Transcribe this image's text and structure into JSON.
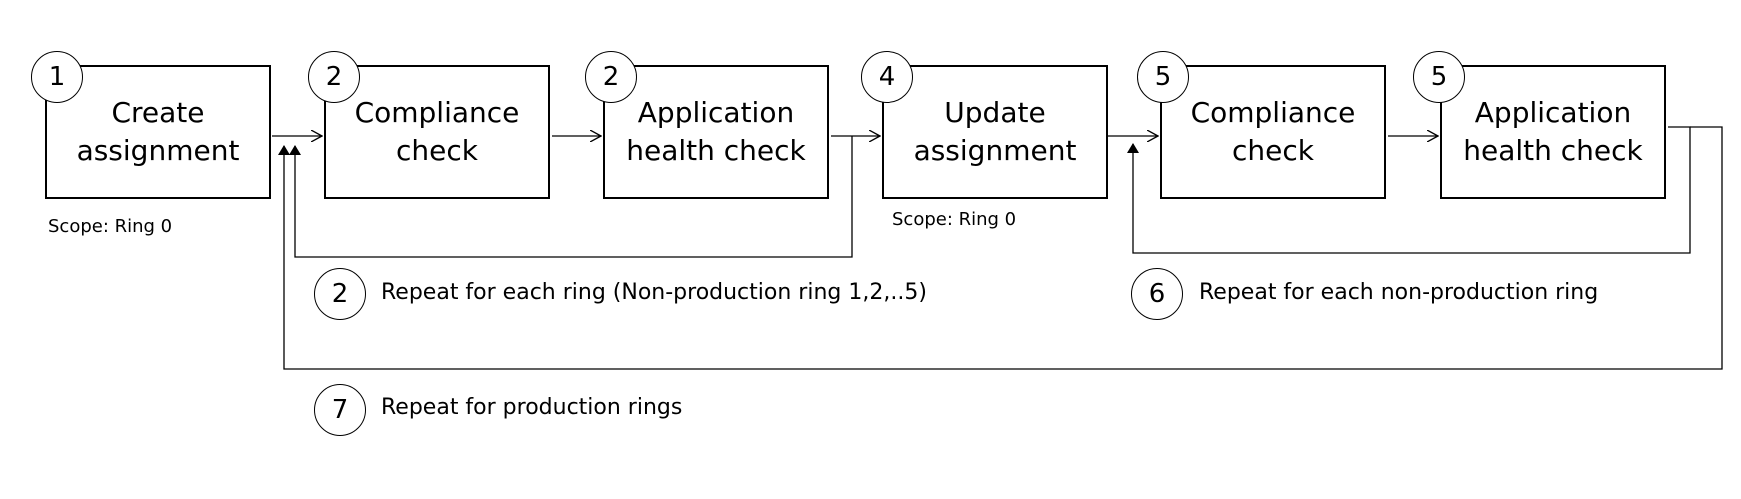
{
  "steps": [
    {
      "number": "1",
      "label": "Create\nassignment"
    },
    {
      "number": "2",
      "label": "Compliance\ncheck"
    },
    {
      "number": "2",
      "label": "Application\nhealth check"
    },
    {
      "number": "4",
      "label": "Update\nassignment"
    },
    {
      "number": "5",
      "label": "Compliance\ncheck"
    },
    {
      "number": "5",
      "label": "Application\nhealth check"
    }
  ],
  "scopes": {
    "create": "Scope: Ring 0",
    "update": "Scope: Ring 0"
  },
  "loops": [
    {
      "number": "2",
      "text": "Repeat for each ring (Non-production ring 1,2,..5)"
    },
    {
      "number": "6",
      "text": "Repeat for each non-production ring"
    },
    {
      "number": "7",
      "text": "Repeat for production rings"
    }
  ]
}
